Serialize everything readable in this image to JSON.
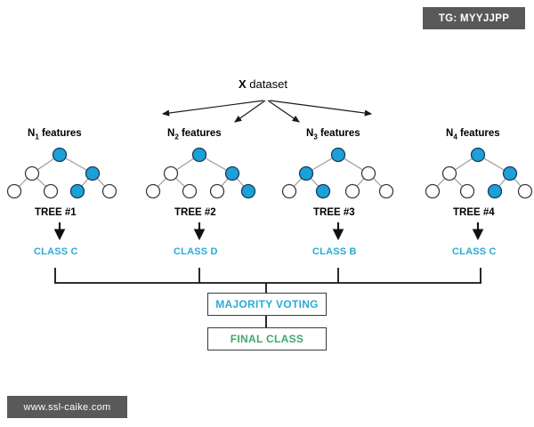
{
  "overlays": {
    "tg_badge": "TG: MYYJJPP",
    "site_badge": "www.ssl-caike.com"
  },
  "diagram": {
    "title_prefix": "X",
    "title_suffix": " dataset",
    "colors": {
      "node_blue": "#1ba0d7",
      "node_stroke": "#1b3a5c",
      "node_white": "#ffffff",
      "class_text": "#29abd6",
      "final_text": "#3fa86a",
      "line": "#6d6d6d",
      "arrow": "#1a1a1a",
      "badge_bg": "#595959"
    },
    "branches": [
      {
        "feature_label_prefix": "N",
        "feature_label_sub": "1",
        "feature_label_suffix": " features",
        "tree_label": "TREE #1",
        "class_label": "CLASS C"
      },
      {
        "feature_label_prefix": "N",
        "feature_label_sub": "2",
        "feature_label_suffix": " features",
        "tree_label": "TREE #2",
        "class_label": "CLASS D"
      },
      {
        "feature_label_prefix": "N",
        "feature_label_sub": "3",
        "feature_label_suffix": " features",
        "tree_label": "TREE #3",
        "class_label": "CLASS B"
      },
      {
        "feature_label_prefix": "N",
        "feature_label_sub": "4",
        "feature_label_suffix": " features",
        "tree_label": "TREE #4",
        "class_label": "CLASS C"
      }
    ],
    "aggregate": {
      "majority_label": "MAJORITY VOTING",
      "final_label": "FINAL CLASS"
    }
  }
}
